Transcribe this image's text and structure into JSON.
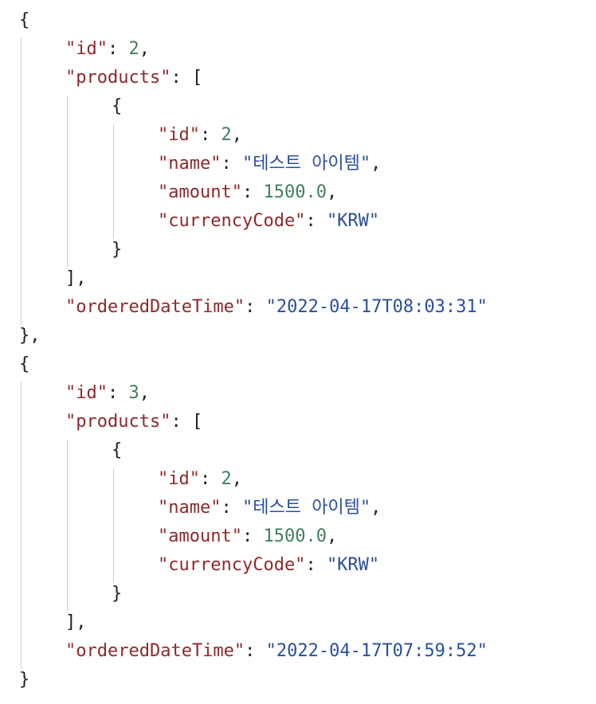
{
  "orders": [
    {
      "id": "2",
      "products": [
        {
          "id": "2",
          "name": "\"테스트 아이템\"",
          "amount": "1500.0",
          "currencyCode": "\"KRW\""
        }
      ],
      "orderedDateTime": "\"2022-04-17T08:03:31\""
    },
    {
      "id": "3",
      "products": [
        {
          "id": "2",
          "name": "\"테스트 아이템\"",
          "amount": "1500.0",
          "currencyCode": "\"KRW\""
        }
      ],
      "orderedDateTime": "\"2022-04-17T07:59:52\""
    }
  ],
  "keys": {
    "id": "\"id\"",
    "products": "\"products\"",
    "name": "\"name\"",
    "amount": "\"amount\"",
    "currencyCode": "\"currencyCode\"",
    "orderedDateTime": "\"orderedDateTime\""
  },
  "colors": {
    "key": "#8b2a2a",
    "number": "#3f7f5a",
    "string": "#2a4f9a",
    "punctuation": "#1f1f1f",
    "guide": "#cfcfcf"
  }
}
